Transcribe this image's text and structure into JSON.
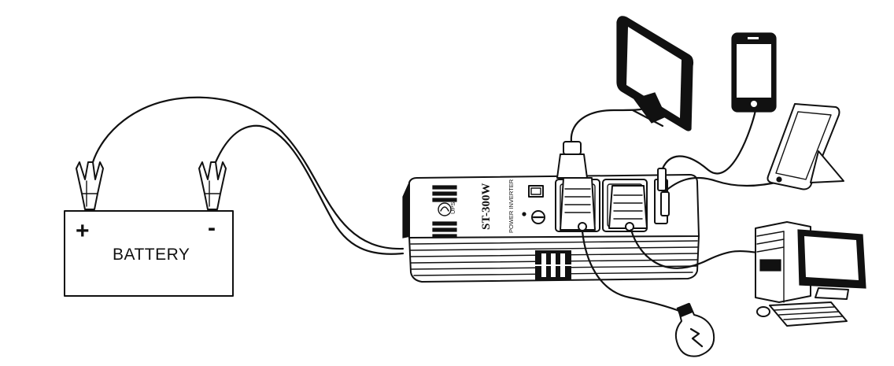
{
  "battery": {
    "label": "BATTERY",
    "positive_sign": "+",
    "negative_sign": "-"
  },
  "inverter": {
    "model": "ST-300W",
    "subtitle": "POWER INVERTER"
  },
  "devices": [
    "monitor-icon",
    "smartphone-icon",
    "tablet-icon",
    "desktop-computer-icon",
    "light-bulb-icon"
  ],
  "colors": {
    "line": "#111111",
    "background": "#ffffff"
  }
}
